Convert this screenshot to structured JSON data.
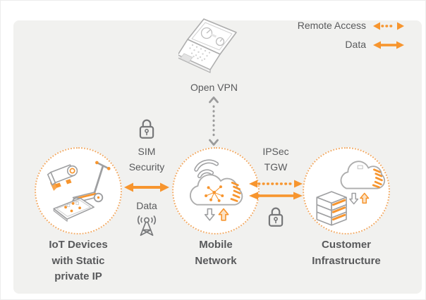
{
  "legend": {
    "items": [
      {
        "label": "Remote Access",
        "style": "dotted"
      },
      {
        "label": "Data",
        "style": "solid"
      }
    ]
  },
  "nodes": {
    "open_vpn": {
      "label": "Open VPN"
    },
    "iot_devices": {
      "label_lines": [
        "IoT Devices",
        "with Static",
        "private IP"
      ]
    },
    "mobile_network": {
      "label_lines": [
        "Mobile",
        "Network"
      ]
    },
    "customer_infrastructure": {
      "label_lines": [
        "Customer",
        "Infrastructure"
      ]
    }
  },
  "links": {
    "iot_to_mobile": {
      "security_label_lines": [
        "SIM",
        "Security"
      ],
      "flow_label": "Data"
    },
    "mobile_to_customer": {
      "label_lines": [
        "IPSec",
        "TGW"
      ]
    },
    "vpn_to_mobile": {
      "type": "remote-access"
    }
  },
  "icons": [
    "laptop-dashboard-icon",
    "lock-icon",
    "antenna-icon",
    "iot-devices-icon",
    "mobile-network-cloud-icon",
    "customer-cloud-servers-icon"
  ],
  "colors": {
    "accent_orange": "#F7952E",
    "panel_background": "#F1F1EF",
    "circle_border": "#F2AF6E",
    "text_gray": "#595A5C",
    "icon_gray": "#77787A",
    "arrow_gray": "#9B9B9B"
  }
}
